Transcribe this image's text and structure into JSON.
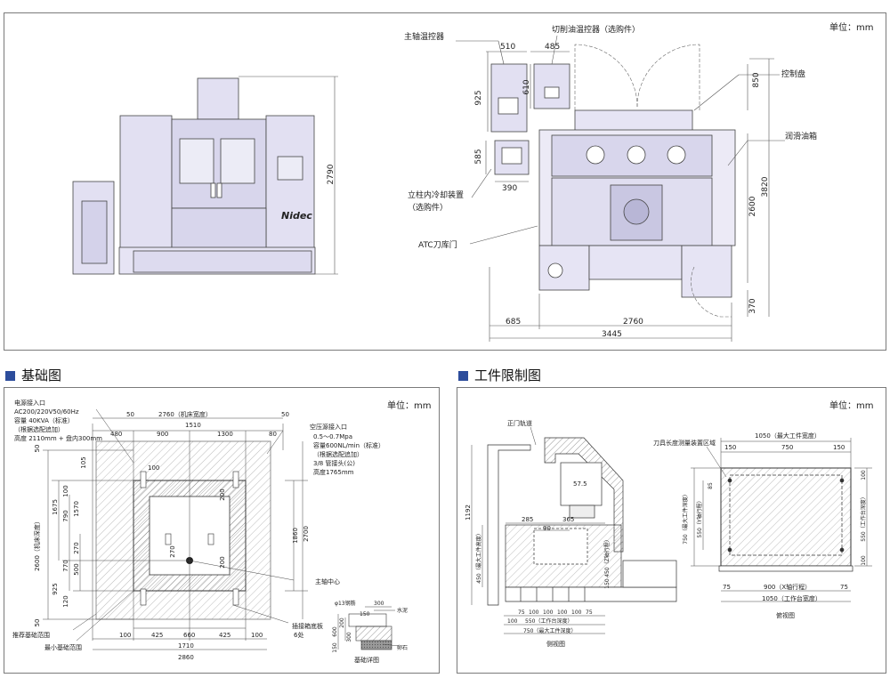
{
  "unit_label": "单位：mm",
  "top": {
    "callouts": {
      "spindle_temp": "主轴温控器",
      "cutting_oil_temp": "切削油温控器（选购件）",
      "control_panel": "控制盘",
      "lube_tank": "润滑油箱",
      "coolant_line1": "立柱内冷却装置",
      "coolant_line2": "（选购件）",
      "atc_door": "ATC刀库门"
    },
    "dims": {
      "w510": "510",
      "w485": "485",
      "h925": "925",
      "h610": "610",
      "h850": "850",
      "h585": "585",
      "w390": "390",
      "h2790": "2790",
      "h3820": "3820",
      "h2600": "2600",
      "h370": "370",
      "w685": "685",
      "w2760": "2760",
      "w3445": "3445"
    },
    "brand": "Nidec"
  },
  "foundation": {
    "title": "基础图",
    "power_note": [
      "电源接入口",
      "AC200/220V50/60Hz",
      "容量 40KVA（标准）",
      "（根据选配追加）",
      "高度 2110mm + 盘内300mm"
    ],
    "air_note": [
      "空压源接入口",
      "0.5～0.7Mpa",
      "容量600NL/min（标准）",
      "（根据选配追加）",
      "3/8 管接头(公)",
      "高度1765mm"
    ],
    "top_dims": {
      "d2760": "2760（机床宽度）",
      "d480": "480",
      "d1510": "1510",
      "d900": "900",
      "d1300": "1300",
      "d80": "80",
      "d50": "50"
    },
    "left_dims": {
      "d2600": "2600（机床深度）",
      "d1675": "1675",
      "d1570": "1570",
      "d790": "790",
      "d925": "925",
      "d270": "270",
      "d770": "770",
      "d500": "500",
      "d100": "100",
      "d120": "120",
      "d105": "105",
      "d50": "50"
    },
    "right_dims": {
      "d2700": "2700",
      "d1860": "1860",
      "d200": "200"
    },
    "inner_dims": {
      "d100": "100",
      "d200": "200",
      "d270": "270"
    },
    "bottom_dims": {
      "d100": "100",
      "d425": "425",
      "d660": "660",
      "d1710": "1710",
      "d2860": "2860"
    },
    "labels": {
      "spindle_center": "主轴中心",
      "anchor_plate1": "插接箱底板",
      "anchor_plate2": "6处",
      "recommend": "推荐基础范围",
      "minimum": "最小基础范围",
      "detail": "基础详图",
      "rebar": "φ13钢筋",
      "cement": "水泥",
      "gravel": "卵石"
    },
    "detail_dims": {
      "d300": "300",
      "d150": "150",
      "d200": "200",
      "d600": "600",
      "d300b": "300",
      "d150b": "150"
    }
  },
  "workpiece": {
    "title": "工件限制图",
    "side": {
      "rail": "正门轨道",
      "d57_5": "57.5",
      "d285": "285",
      "d365": "365",
      "d90": "90",
      "d1192": "1192",
      "max_height": "450（最大工件高度）",
      "z_stroke": "450（Z轴行程）",
      "d150": "150",
      "d100": "100",
      "bottom": [
        "75",
        "100",
        "100",
        "100",
        "100",
        "75"
      ],
      "table_depth": "550（工作台深度）",
      "max_depth": "750（最大工件深度）",
      "caption": "侧视图"
    },
    "plan": {
      "tool_area": "刀具长度测量装置区域",
      "max_width": "1050（最大工件宽度）",
      "d150": "150",
      "d750": "750",
      "d85": "85",
      "max_depth": "750（最大工件深度）",
      "y_stroke": "550（Y轴行程）",
      "table_depth": "550（工作台深度）",
      "d100": "100",
      "d75": "75",
      "x_stroke": "900（X轴行程）",
      "table_width": "1050（工作台宽度）",
      "caption": "俯视图"
    }
  }
}
